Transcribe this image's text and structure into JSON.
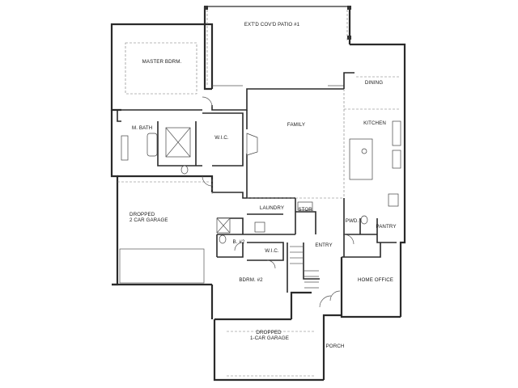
{
  "plan": {
    "rooms": {
      "patio": [
        "EXT'D COV'D PATIO #1"
      ],
      "master_bedroom": [
        "MASTER BDRM."
      ],
      "master_bath": [
        "M. BATH"
      ],
      "wic_master": [
        "W.I.C."
      ],
      "family": [
        "FAMILY"
      ],
      "dining": [
        "DINING"
      ],
      "kitchen": [
        "KITCHEN"
      ],
      "dropped_garage_2car": [
        "DROPPED",
        "2 CAR GARAGE"
      ],
      "laundry": [
        "LAUNDRY"
      ],
      "storage": [
        "STOR."
      ],
      "powder": [
        "PWD."
      ],
      "pantry": [
        "PANTRY"
      ],
      "bath_2": [
        "B. #2"
      ],
      "entry": [
        "ENTRY"
      ],
      "wic_2": [
        "W.I.C."
      ],
      "bedroom_2": [
        "BDRM. #2"
      ],
      "home_office": [
        "HOME OFFICE"
      ],
      "dropped_garage_1car": [
        "DROPPED",
        "1-CAR GARAGE"
      ],
      "porch": [
        "PORCH"
      ]
    }
  }
}
